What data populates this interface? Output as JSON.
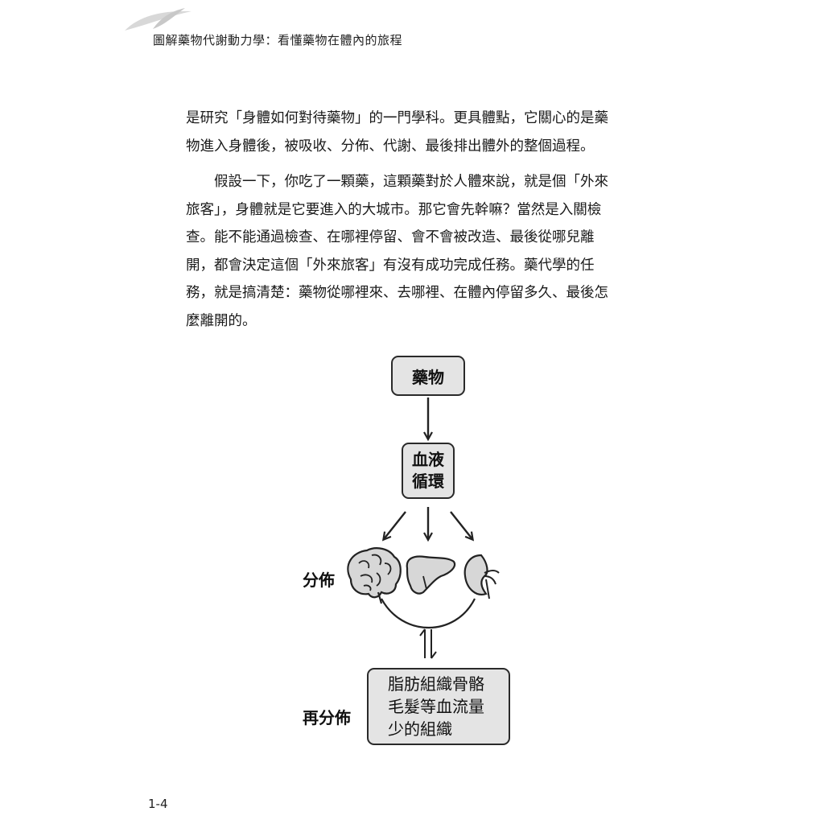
{
  "header": {
    "running_title": "圖解藥物代謝動力學：看懂藥物在體內的旅程"
  },
  "body": {
    "paragraph1_lines": [
      "是研究「身體如何對待藥物」的一門學科。更具體點，它關心的是藥",
      "物進入身體後，被吸收、分佈、代謝、最後排出體外的整個過程。"
    ],
    "paragraph2_lines": [
      "　　假設一下，你吃了一顆藥，這顆藥對於人體來說，就是個「外來",
      "旅客」，身體就是它要進入的大城市。那它會先幹嘛？當然是入關檢",
      "查。能不能通過檢查、在哪裡停留、會不會被改造、最後從哪兒離",
      "開，都會決定這個「外來旅客」有沒有成功完成任務。藥代學的任",
      "務，就是搞清楚：藥物從哪裡來、去哪裡、在體內停留多久、最後怎",
      "麼離開的。"
    ]
  },
  "diagram": {
    "drug_box": "藥物",
    "blood_box_lines": [
      "血液",
      "循環"
    ],
    "distribution_label": "分佈",
    "redistribution_label": "再分佈",
    "tissue_box_lines": [
      "脂肪組織骨骼",
      "毛髮等血流量",
      "少的組織"
    ],
    "organ_icons": [
      "brain-icon",
      "liver-icon",
      "kidney-icon"
    ]
  },
  "footer": {
    "page_number": "1-4"
  }
}
